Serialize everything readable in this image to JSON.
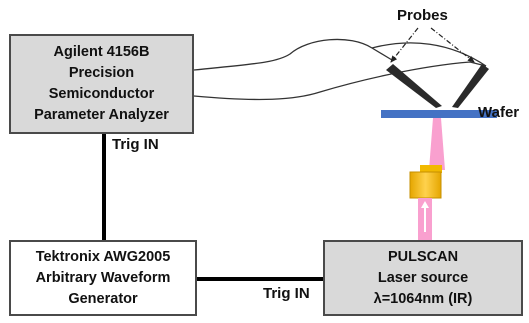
{
  "analyzer": {
    "lines": [
      "Agilent 4156B",
      "Precision",
      "Semiconductor",
      "Parameter Analyzer"
    ]
  },
  "awg": {
    "lines": [
      "Tektronix AWG2005",
      "Arbitrary Waveform",
      "Generator"
    ]
  },
  "laser": {
    "lines": [
      "PULSCAN",
      "Laser source",
      "λ=1064nm (IR)"
    ]
  },
  "labels": {
    "trig_in_analyzer": "Trig IN",
    "trig_in_laser": "Trig IN",
    "probes": "Probes",
    "wafer": "Wafer"
  },
  "colors": {
    "box_gray": "#d9d9d9",
    "box_border": "#4a4a4a",
    "wire": "#000000",
    "wafer": "#4472c4",
    "beam": "#f9a0cf",
    "lens": "#f2b900"
  }
}
